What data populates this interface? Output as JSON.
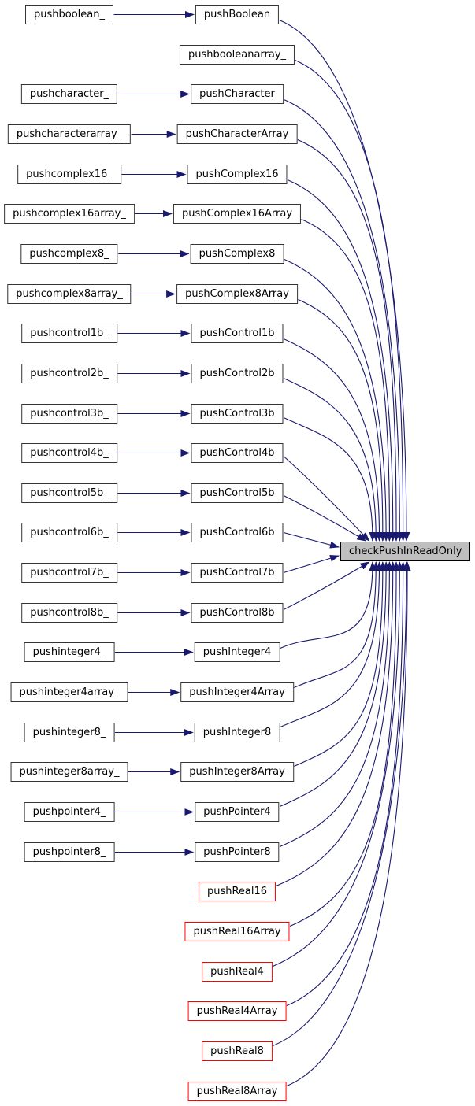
{
  "diagram": {
    "type": "call-graph",
    "target": {
      "label": "checkPushInReadOnly"
    },
    "rows": [
      {
        "caller": "pushboolean_",
        "callee": "pushBoolean",
        "callee_style": "normal"
      },
      {
        "caller": null,
        "callee": "pushbooleanarray_",
        "callee_style": "normal"
      },
      {
        "caller": "pushcharacter_",
        "callee": "pushCharacter",
        "callee_style": "normal"
      },
      {
        "caller": "pushcharacterarray_",
        "callee": "pushCharacterArray",
        "callee_style": "normal"
      },
      {
        "caller": "pushcomplex16_",
        "callee": "pushComplex16",
        "callee_style": "normal"
      },
      {
        "caller": "pushcomplex16array_",
        "callee": "pushComplex16Array",
        "callee_style": "normal"
      },
      {
        "caller": "pushcomplex8_",
        "callee": "pushComplex8",
        "callee_style": "normal"
      },
      {
        "caller": "pushcomplex8array_",
        "callee": "pushComplex8Array",
        "callee_style": "normal"
      },
      {
        "caller": "pushcontrol1b_",
        "callee": "pushControl1b",
        "callee_style": "normal"
      },
      {
        "caller": "pushcontrol2b_",
        "callee": "pushControl2b",
        "callee_style": "normal"
      },
      {
        "caller": "pushcontrol3b_",
        "callee": "pushControl3b",
        "callee_style": "normal"
      },
      {
        "caller": "pushcontrol4b_",
        "callee": "pushControl4b",
        "callee_style": "normal"
      },
      {
        "caller": "pushcontrol5b_",
        "callee": "pushControl5b",
        "callee_style": "normal"
      },
      {
        "caller": "pushcontrol6b_",
        "callee": "pushControl6b",
        "callee_style": "normal"
      },
      {
        "caller": "pushcontrol7b_",
        "callee": "pushControl7b",
        "callee_style": "normal"
      },
      {
        "caller": "pushcontrol8b_",
        "callee": "pushControl8b",
        "callee_style": "normal"
      },
      {
        "caller": "pushinteger4_",
        "callee": "pushInteger4",
        "callee_style": "normal"
      },
      {
        "caller": "pushinteger4array_",
        "callee": "pushInteger4Array",
        "callee_style": "normal"
      },
      {
        "caller": "pushinteger8_",
        "callee": "pushInteger8",
        "callee_style": "normal"
      },
      {
        "caller": "pushinteger8array_",
        "callee": "pushInteger8Array",
        "callee_style": "normal"
      },
      {
        "caller": "pushpointer4_",
        "callee": "pushPointer4",
        "callee_style": "normal"
      },
      {
        "caller": "pushpointer8_",
        "callee": "pushPointer8",
        "callee_style": "normal"
      },
      {
        "caller": null,
        "callee": "pushReal16",
        "callee_style": "red"
      },
      {
        "caller": null,
        "callee": "pushReal16Array",
        "callee_style": "red"
      },
      {
        "caller": null,
        "callee": "pushReal4",
        "callee_style": "red"
      },
      {
        "caller": null,
        "callee": "pushReal4Array",
        "callee_style": "red"
      },
      {
        "caller": null,
        "callee": "pushReal8",
        "callee_style": "red"
      },
      {
        "caller": null,
        "callee": "pushReal8Array",
        "callee_style": "red"
      }
    ],
    "colors": {
      "edge": "#191970",
      "node_border": "#343434",
      "red_border": "#ff0000",
      "target_fill": "#bfbfbf",
      "target_border": "#000000",
      "node_fill": "#ffffff",
      "text": "#000000",
      "background": "#ffffff"
    }
  }
}
